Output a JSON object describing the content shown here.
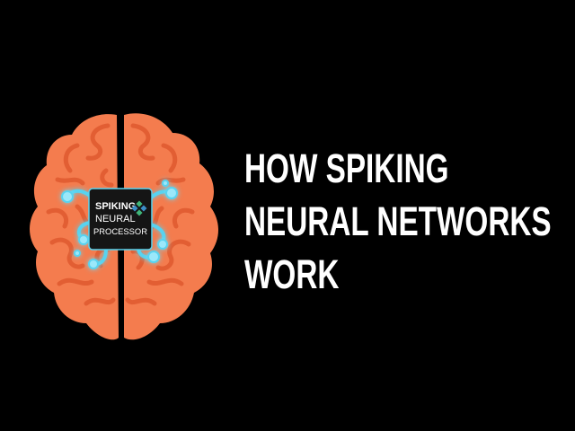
{
  "title": {
    "lines": [
      "HOW SPIKING",
      "NEURAL NETWORKS",
      "WORK"
    ]
  },
  "chip": {
    "line1": "SPIKING",
    "line2": "NEURAL",
    "line3": "PROCESSOR"
  },
  "colors": {
    "background": "#000000",
    "brain": "#F47C4E",
    "brain_lines": "#E25E33",
    "glow": "#58D3F0",
    "chip": "#151515",
    "logo_green": "#3FB57A",
    "logo_blue": "#3C8FC8"
  }
}
